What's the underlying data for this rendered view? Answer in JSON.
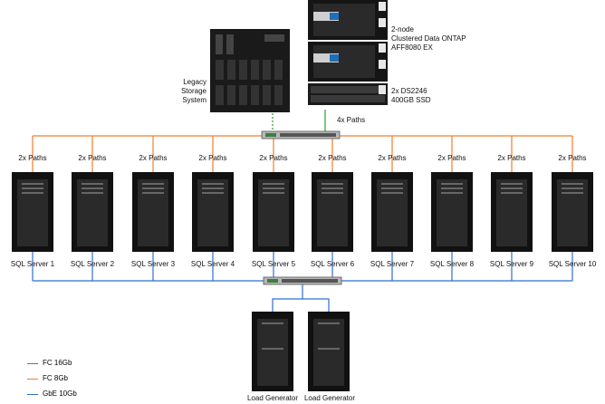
{
  "storage": {
    "aff_label": [
      "2-node",
      "Clustered Data ONTAP",
      "AFF8080 EX"
    ],
    "shelf_label": [
      "2x DS2246",
      "400GB SSD"
    ],
    "legacy_label": [
      "Legacy",
      "Storage",
      "System"
    ],
    "fc_paths": "4x Paths"
  },
  "servers": {
    "path_label": "2x Paths",
    "names": [
      "SQL Server 1",
      "SQL Server 2",
      "SQL Server 3",
      "SQL Server 4",
      "SQL Server 5",
      "SQL Server 6",
      "SQL Server 7",
      "SQL Server 8",
      "SQL Server 9",
      "SQL Server 10"
    ]
  },
  "load_generators": [
    "Load Generator",
    "Load Generator"
  ],
  "legend": [
    {
      "label": "FC 16Gb",
      "color": "#2ca02c"
    },
    {
      "label": "FC 8Gb",
      "color": "#f07f2a"
    },
    {
      "label": "GbE 10Gb",
      "color": "#2f6fd0"
    }
  ],
  "colors": {
    "fc16": "#2ca02c",
    "fc8": "#f07f2a",
    "gbe": "#2f6fd0",
    "netapp_badge": "#1f6fb5"
  }
}
